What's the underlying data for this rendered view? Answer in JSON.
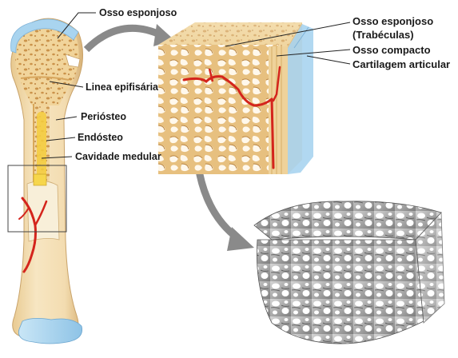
{
  "labels": {
    "bone_spongy": "Osso esponjoso",
    "epiphyseal_line": "Linea epifisária",
    "periosteum": "Periósteo",
    "endosteum": "Endósteo",
    "medullary_cavity": "Cavidade medular",
    "spongy_bone_trabeculae_line1": "Osso esponjoso",
    "spongy_bone_trabeculae_line2": "(Trabéculas)",
    "compact_bone": "Osso compacto",
    "articular_cartilage": "Cartilagem articular"
  },
  "colors": {
    "bone_fill": "#f1d9a8",
    "bone_shadow": "#d9b57a",
    "spongy_pores": "#c98f45",
    "marrow_yellow": "#f4cc3c",
    "cartilage_blue": "#a9d4ef",
    "vessel_red": "#d4241c",
    "arrow_gray": "#8a8a8a",
    "micro_ct_gray": "#9c9c9c"
  },
  "icons": [
    "curved-arrow-icon",
    "curved-arrow-icon"
  ]
}
